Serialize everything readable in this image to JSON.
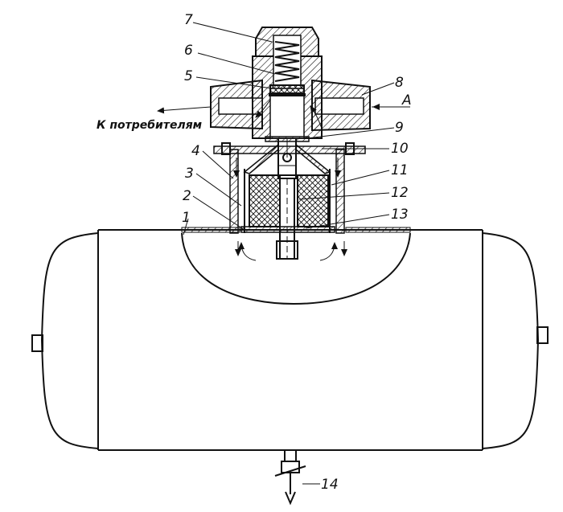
{
  "diagram": {
    "callouts": [
      "1",
      "2",
      "3",
      "4",
      "5",
      "6",
      "7",
      "8",
      "9",
      "10",
      "11",
      "12",
      "13",
      "14"
    ],
    "outlet_label": "К потребителям",
    "inlet_label": "А"
  }
}
